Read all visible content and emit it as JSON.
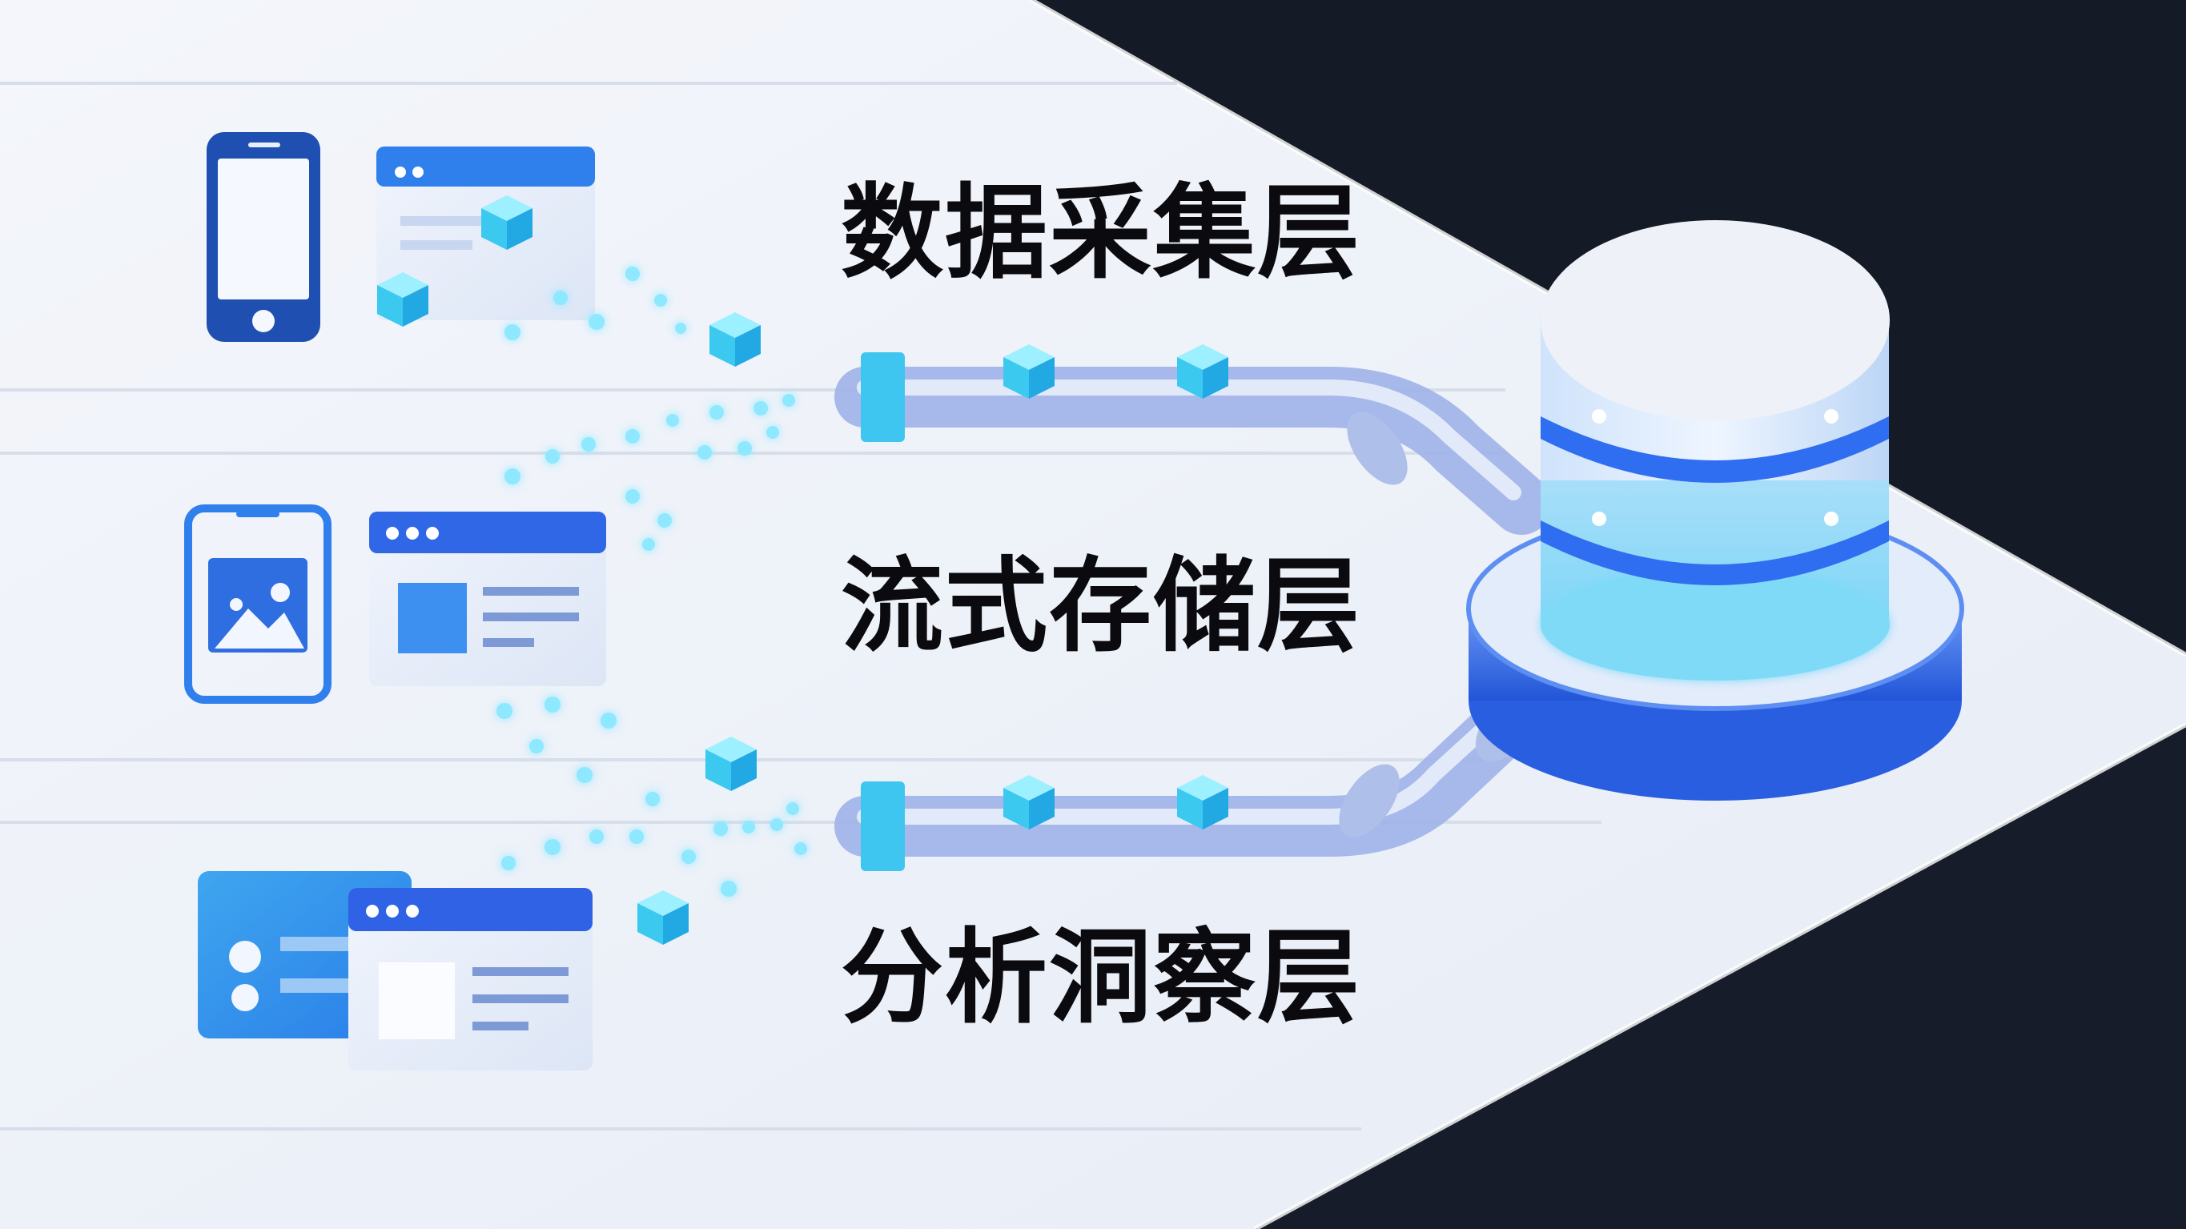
{
  "layers": [
    {
      "label": "数据采集层"
    },
    {
      "label": "流式存储层"
    },
    {
      "label": "分析洞察层"
    }
  ],
  "colors": {
    "background_light": "#eef2f8",
    "background_dark": "#141a26",
    "accent_blue": "#2f6ef0",
    "cube_cyan": "#4fd8f5",
    "text": "#0b0b0f"
  }
}
